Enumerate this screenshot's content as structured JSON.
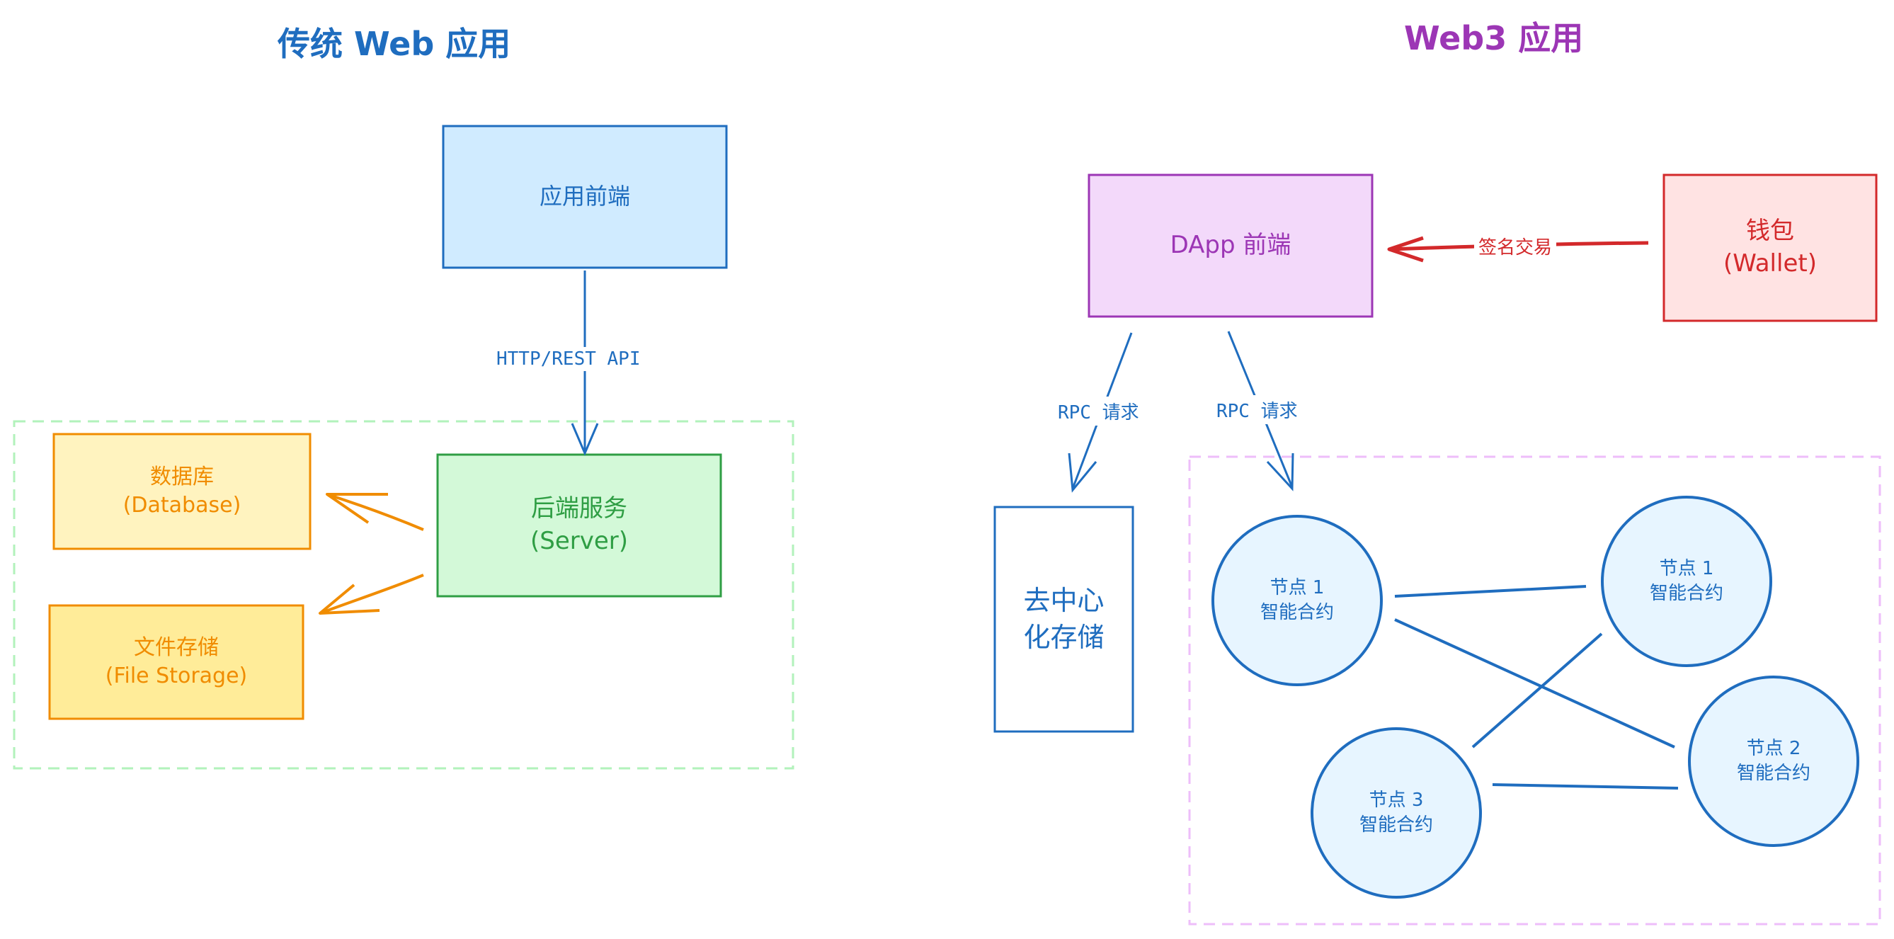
{
  "titles": {
    "traditional": "传统 Web 应用",
    "web3": "Web3 应用"
  },
  "traditional": {
    "frontend": "应用前端",
    "edge_label": "HTTP/REST API",
    "server": {
      "line1": "后端服务",
      "line2": "(Server)"
    },
    "database": {
      "line1": "数据库",
      "line2": "(Database)"
    },
    "file_storage": {
      "line1": "文件存储",
      "line2": "(File Storage)"
    }
  },
  "web3": {
    "dapp": "DApp 前端",
    "wallet": {
      "line1": "钱包",
      "line2": "(Wallet)"
    },
    "sign_label": "签名交易",
    "rpc_label_1": "RPC 请求",
    "rpc_label_2": "RPC 请求",
    "storage": {
      "line1": "去中心",
      "line2": "化存储"
    },
    "nodes": [
      {
        "line1": "节点 1",
        "line2": "智能合约"
      },
      {
        "line1": "节点 1",
        "line2": "智能合约"
      },
      {
        "line1": "节点 2",
        "line2": "智能合约"
      },
      {
        "line1": "节点 3",
        "line2": "智能合约"
      }
    ]
  },
  "colors": {
    "blue": "#1f6dbf",
    "green": "#2f9e44",
    "orange": "#f08c00",
    "purple": "#9c36b5",
    "red": "#d3292b"
  }
}
